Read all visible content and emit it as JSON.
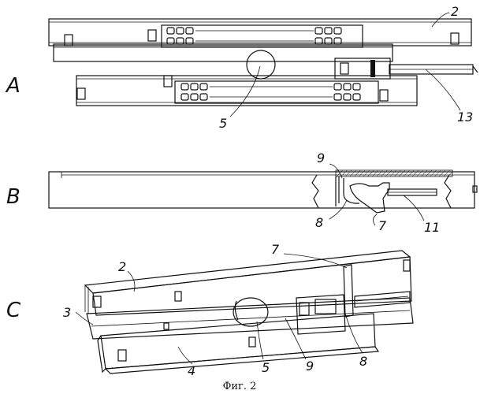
{
  "views": {
    "a": "A",
    "b": "B",
    "c": "C"
  },
  "labels": {
    "a_2": "2",
    "a_5": "5",
    "a_13": "13",
    "b_9": "9",
    "b_8": "8",
    "b_7": "7",
    "b_11": "11",
    "c_7": "7",
    "c_2": "2",
    "c_3": "3",
    "c_4": "4",
    "c_5": "5",
    "c_9": "9",
    "c_8": "8"
  },
  "caption": "Фиг. 2"
}
